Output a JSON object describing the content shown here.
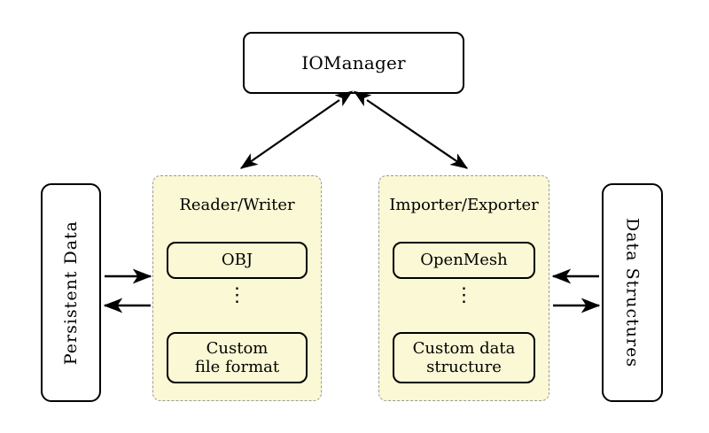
{
  "diagram": {
    "title_node": {
      "label": "IOManager"
    },
    "left_endpoint": {
      "label": "Persistent Data"
    },
    "right_endpoint": {
      "label": "Data Structures"
    },
    "groups": [
      {
        "id": "reader-writer",
        "title": "Reader/Writer",
        "items": [
          {
            "label": "OBJ"
          },
          {
            "label": "⋮"
          },
          {
            "label": "Custom\nfile format"
          }
        ]
      },
      {
        "id": "importer-exporter",
        "title": "Importer/Exporter",
        "items": [
          {
            "label": "OpenMesh"
          },
          {
            "label": "⋮"
          },
          {
            "label": "Custom data\nstructure"
          }
        ]
      }
    ],
    "connections": [
      {
        "name": "iomanager-readerwriter",
        "type": "double-arrow"
      },
      {
        "name": "iomanager-importerexporter",
        "type": "double-arrow"
      },
      {
        "name": "persistentdata-to-readerwriter",
        "type": "arrow-right"
      },
      {
        "name": "readerwriter-to-persistentdata",
        "type": "arrow-left"
      },
      {
        "name": "datastructures-to-importerexporter",
        "type": "arrow-left"
      },
      {
        "name": "importerexporter-to-datastructures",
        "type": "arrow-right"
      }
    ],
    "colors": {
      "group_fill": "#fbf8d5",
      "group_border": "#9b9b9b",
      "node_border": "#000000",
      "node_fill": "#ffffff",
      "background": "#ffffff"
    }
  }
}
